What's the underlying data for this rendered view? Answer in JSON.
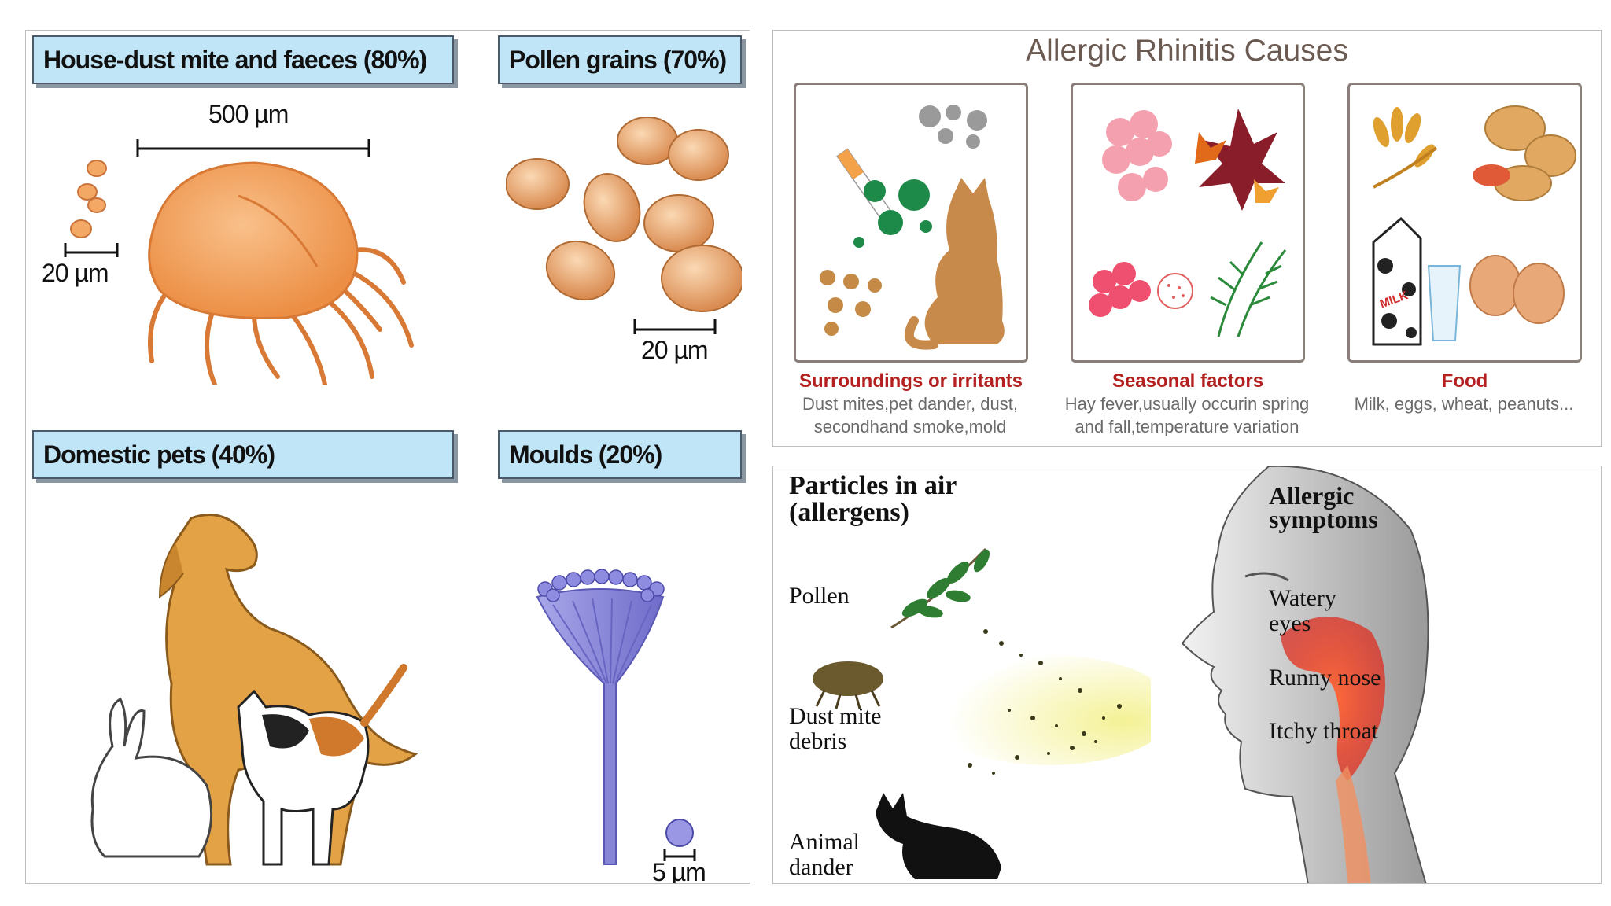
{
  "left": {
    "labels": {
      "mite": "House-dust mite and faeces (80%)",
      "pollen": "Pollen grains (70%)",
      "pets": "Domestic pets (40%)",
      "moulds": "Moulds (20%)"
    },
    "scales": {
      "mite_body": "500 µm",
      "mite_faeces": "20 µm",
      "pollen": "20 µm",
      "mould_spore": "5 µm"
    }
  },
  "causes": {
    "title": "Allergic Rhinitis Causes",
    "items": [
      {
        "title": "Surroundings or irritants",
        "desc1": "Dust mites,pet dander, dust,",
        "desc2": "secondhand smoke,mold"
      },
      {
        "title": "Seasonal factors",
        "desc1": "Hay fever,usually occurin spring",
        "desc2": "and fall,temperature variation"
      },
      {
        "title": "Food",
        "desc1": "Milk, eggs, wheat, peanuts...",
        "desc2": ""
      }
    ],
    "milk_label": "MILK"
  },
  "airborne": {
    "heading_line1": "Particles in air",
    "heading_line2": "(allergens)",
    "pollen": "Pollen",
    "dust_line1": "Dust mite",
    "dust_line2": "debris",
    "animal_line1": "Animal",
    "animal_line2": "dander",
    "symptoms_line1": "Allergic",
    "symptoms_line2": "symptoms",
    "watery_line1": "Watery",
    "watery_line2": "eyes",
    "runny": "Runny nose",
    "itchy": "Itchy throat"
  },
  "colors": {
    "label_bg": "#bfe5f7",
    "mite": "#f3a865",
    "pollen": "#e9a572",
    "dog": "#e3a245",
    "mould": "#8a88d8",
    "cause_title": "#b3201f",
    "cause_desc": "#6a6a6a"
  }
}
